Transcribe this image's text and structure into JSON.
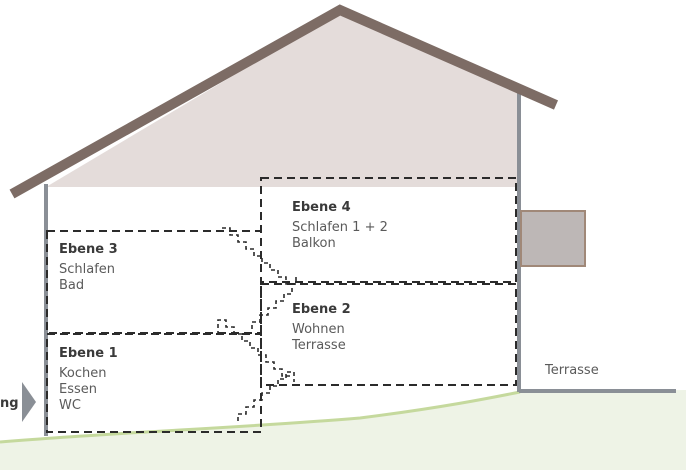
{
  "colors": {
    "roof_stroke": "#7d6c65",
    "attic_fill": "#e4dcda",
    "wall": "#8a8f96",
    "dash": "#2b2b2b",
    "ground": "#c8dca0",
    "ground_fill": "#e6eedb",
    "window_fill": "#bdb7b6",
    "window_stroke": "#a08878",
    "arrow": "#8a8f96"
  },
  "levels": [
    {
      "title": "Ebene 1",
      "lines": [
        "Kochen",
        "Essen",
        "WC"
      ]
    },
    {
      "title": "Ebene 2",
      "lines": [
        "Wohnen",
        "Terrasse"
      ]
    },
    {
      "title": "Ebene 3",
      "lines": [
        "Schlafen",
        "Bad"
      ]
    },
    {
      "title": "Ebene 4",
      "lines": [
        "Schlafen 1 + 2",
        "Balkon"
      ]
    }
  ],
  "terrace_label": "Terrasse",
  "cut_label": "ng"
}
